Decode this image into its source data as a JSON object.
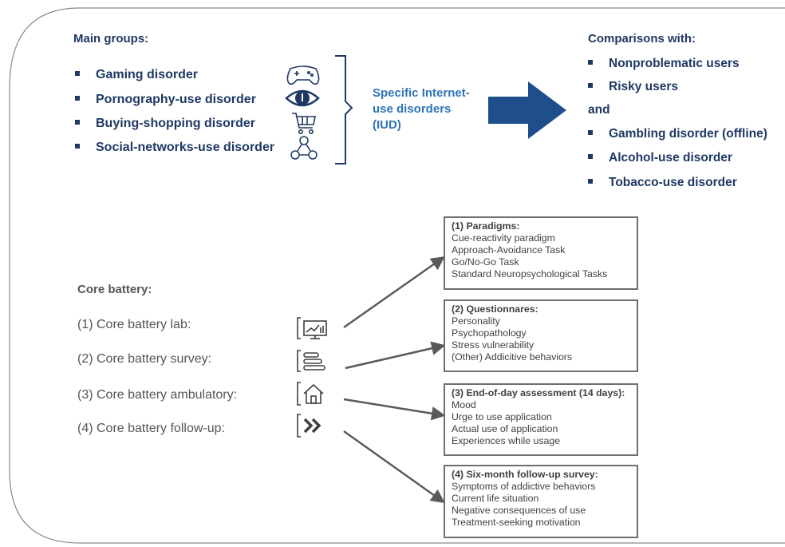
{
  "main_groups": {
    "title": "Main groups:",
    "items": [
      {
        "label": "Gaming disorder",
        "icon": "gamepad-icon"
      },
      {
        "label": "Pornography-use disorder",
        "icon": "eye-icon"
      },
      {
        "label": "Buying-shopping disorder",
        "icon": "shopping-cart-icon"
      },
      {
        "label": "Social-networks-use disorder",
        "icon": "social-network-icon"
      }
    ]
  },
  "iud_label": "Specific Internet-use disorders (IUD)",
  "comparisons": {
    "title": "Comparisons with:",
    "items": [
      "Nonproblematic users",
      "Risky users"
    ],
    "and_label": "and",
    "more_items": [
      "Gambling disorder (offline)",
      "Alcohol-use disorder",
      "Tobacco-use disorder"
    ]
  },
  "core_battery": {
    "title": "Core battery:",
    "items": [
      {
        "label": "(1)  Core battery lab:",
        "icon": "monitor-chart-icon"
      },
      {
        "label": "(2)  Core battery survey:",
        "icon": "survey-list-icon"
      },
      {
        "label": "(3)  Core battery ambulatory:",
        "icon": "home-icon"
      },
      {
        "label": "(4)  Core battery follow-up:",
        "icon": "double-chevron-icon"
      }
    ]
  },
  "boxes": [
    {
      "title": "(1) Paradigms:",
      "lines": [
        "Cue-reactivity paradigm",
        "Approach-Avoidance Task",
        "Go/No-Go Task",
        "Standard Neuropsychological Tasks"
      ]
    },
    {
      "title": "(2) Questionnares:",
      "lines": [
        "Personality",
        "Psychopathology",
        "Stress vulnerability",
        "(Other) Addicitive behaviors"
      ]
    },
    {
      "title": "(3) End-of-day assessment (14 days):",
      "lines": [
        "Mood",
        "Urge to use application",
        "Actual use of application",
        "Experiences while usage"
      ]
    },
    {
      "title": "(4) Six-month follow-up survey:",
      "lines": [
        "Symptoms of addictive behaviors",
        "Current life situation",
        "Negative consequences of use",
        "Treatment-seeking motivation"
      ]
    }
  ],
  "colors": {
    "navy": "#1f3864",
    "arrow": "#1f4e8c",
    "iud": "#2e74b5",
    "grey_text": "#555555",
    "box_border": "#6e6e6e"
  }
}
